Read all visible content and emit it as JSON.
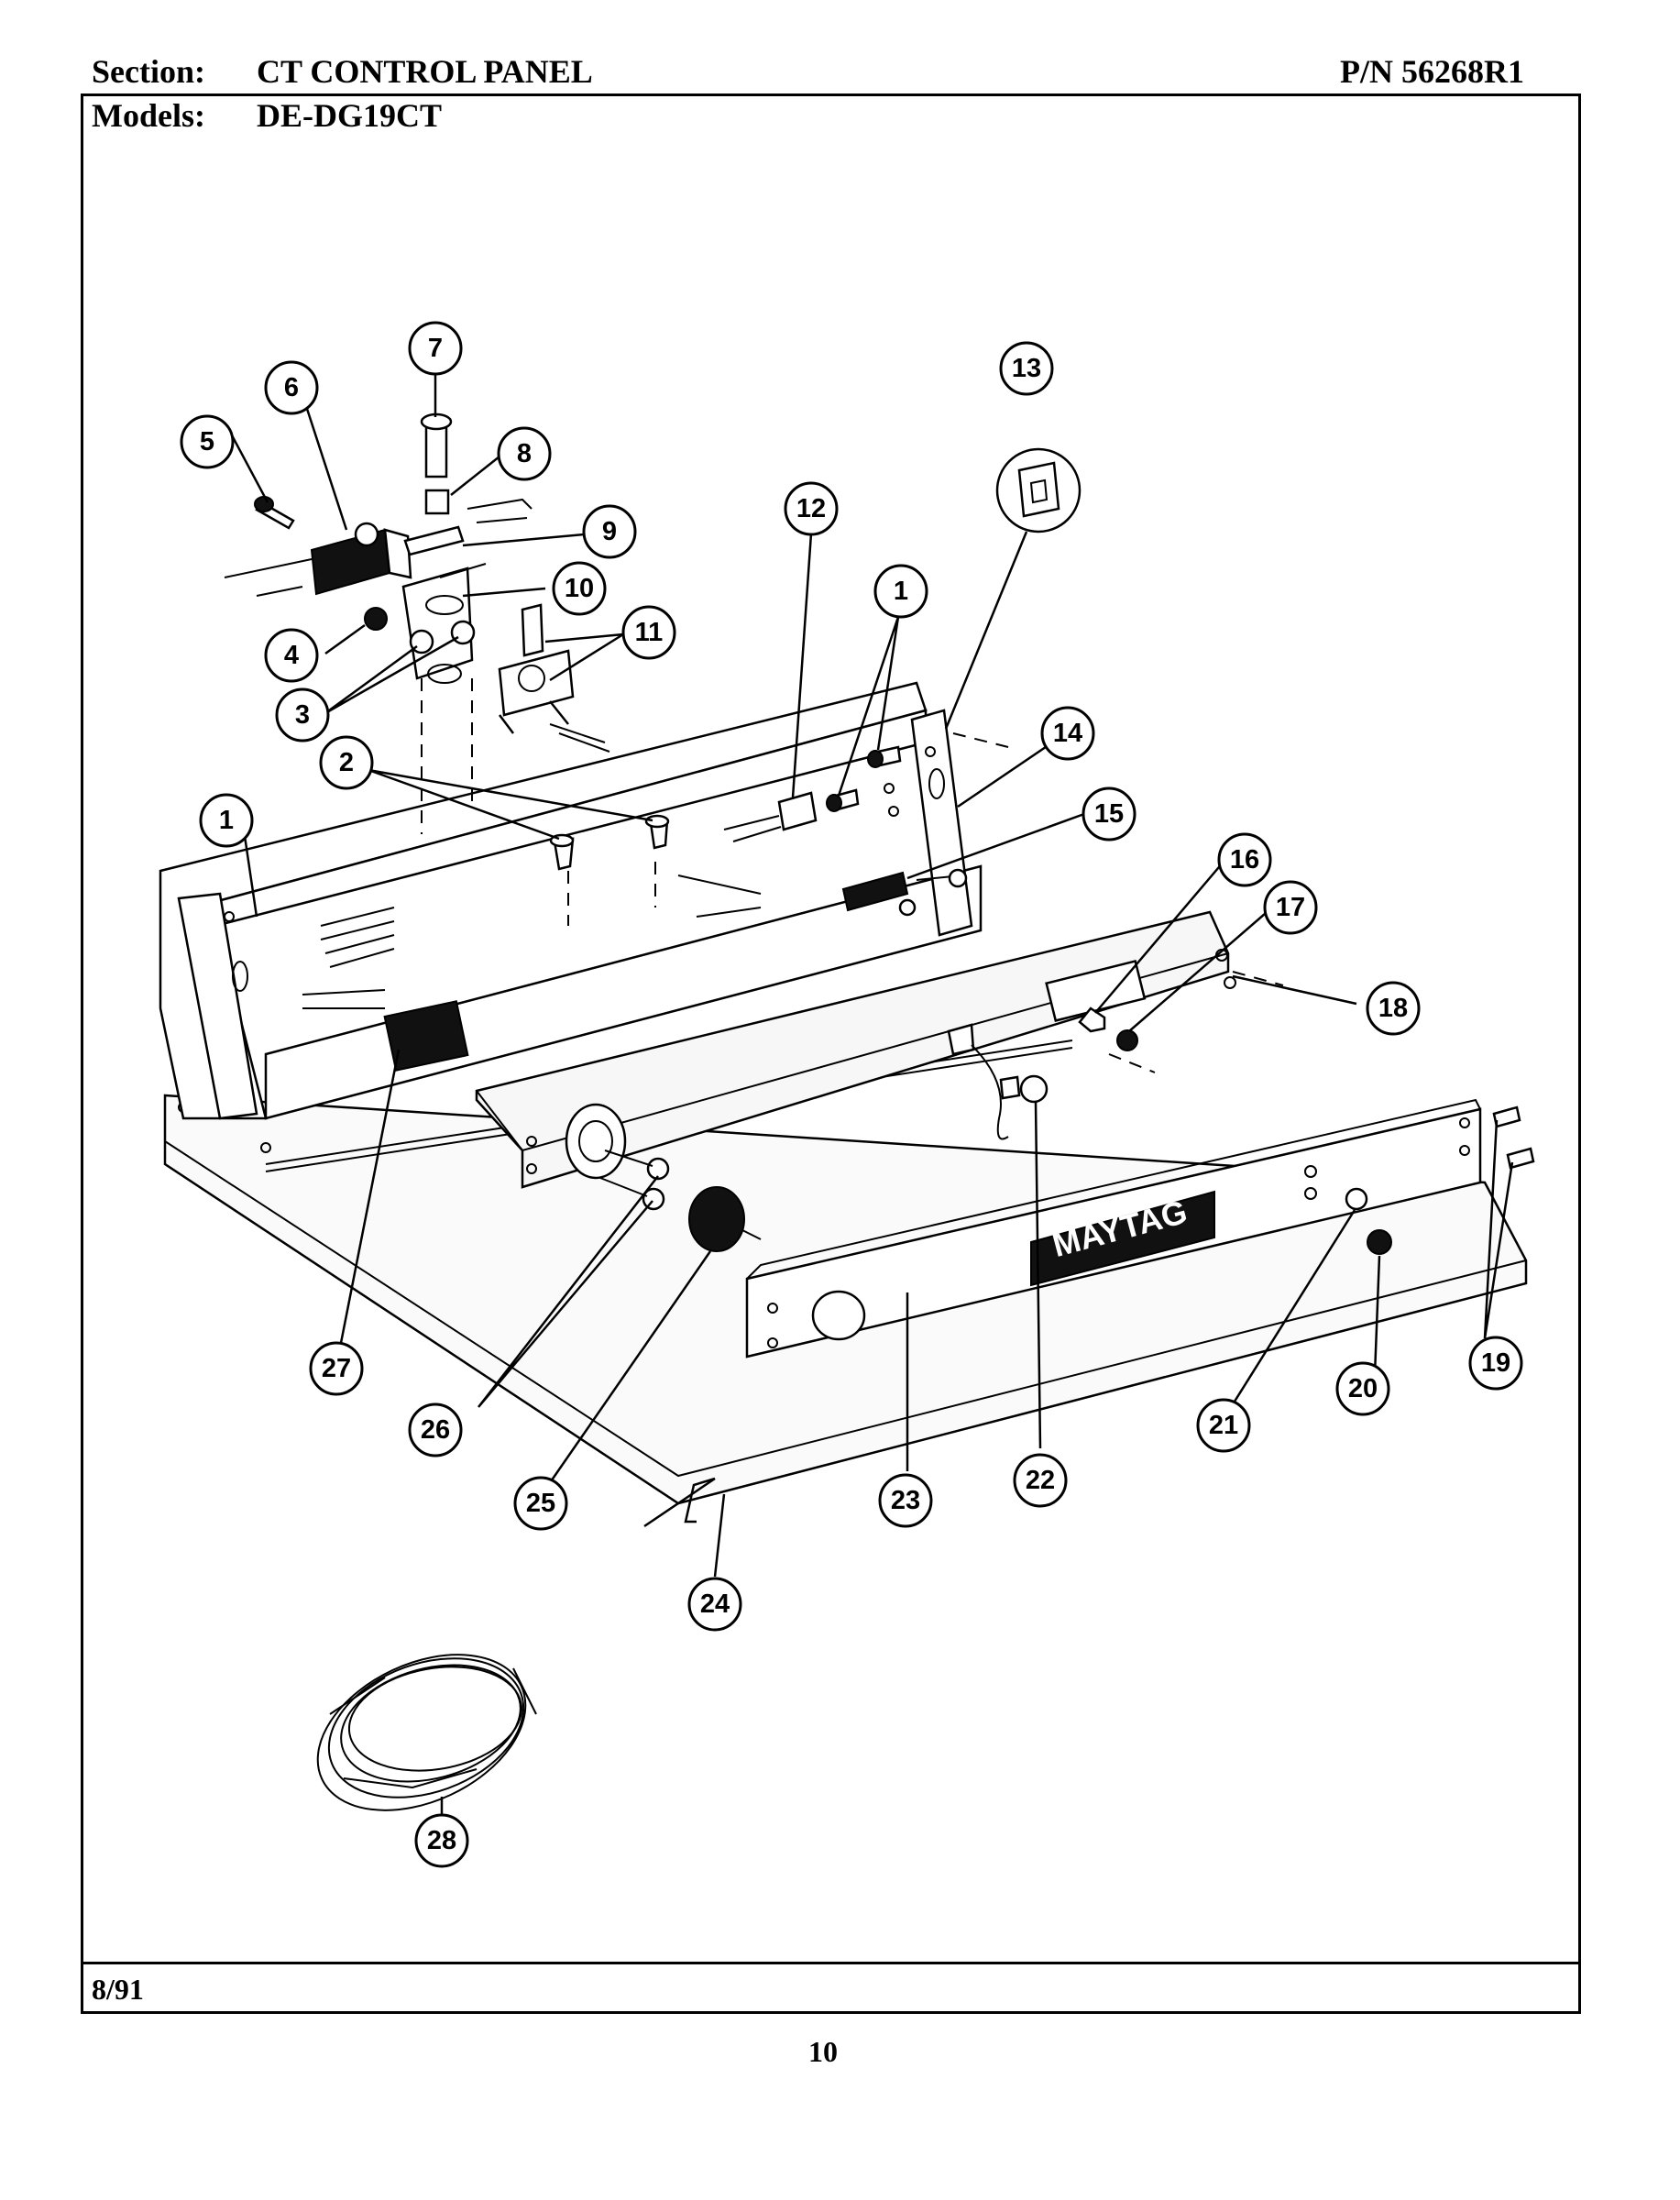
{
  "header": {
    "section_label": "Section:",
    "section_value": "CT CONTROL PANEL",
    "models_label": "Models:",
    "models_value": "DE-DG19CT",
    "part_number": "P/N 56268R1"
  },
  "footer": {
    "date": "8/91",
    "page_number": "10"
  },
  "diagram": {
    "brand_plate_text": "MAYTAG",
    "callouts": [
      "1",
      "1",
      "2",
      "3",
      "4",
      "5",
      "6",
      "7",
      "8",
      "9",
      "10",
      "11",
      "12",
      "13",
      "14",
      "15",
      "16",
      "17",
      "18",
      "19",
      "20",
      "21",
      "22",
      "23",
      "24",
      "25",
      "26",
      "27",
      "28"
    ]
  }
}
